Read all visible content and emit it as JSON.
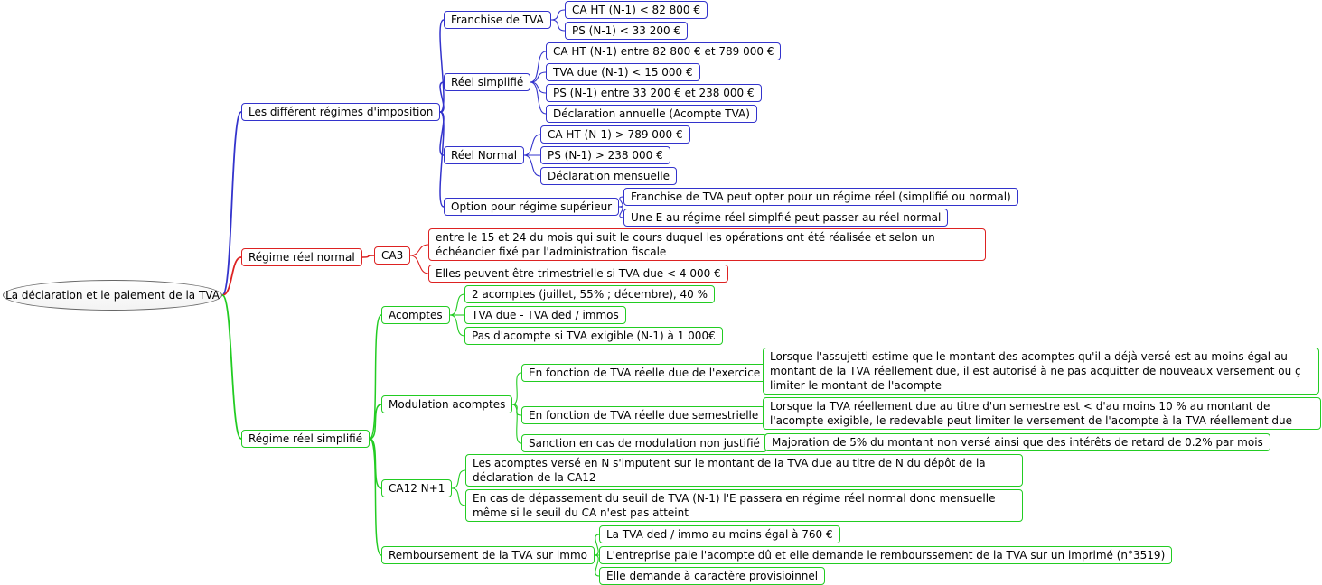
{
  "root": "La déclaration et le paiement de la TVA",
  "branches": {
    "regimes": {
      "label": "Les différent régimes d'imposition",
      "franchise": {
        "label": "Franchise de TVA",
        "ca": "CA HT (N-1) < 82 800 €",
        "ps": "PS (N-1) < 33 200 €"
      },
      "simplifie": {
        "label": "Réel simplifié",
        "ca": "CA HT (N-1) entre 82 800 € et 789 000 €",
        "tva": "TVA due (N-1) < 15 000 €",
        "ps": "PS (N-1) entre 33 200 € et 238 000 €",
        "decl": "Déclaration annuelle (Acompte TVA)"
      },
      "normal": {
        "label": "Réel Normal",
        "ca": "CA HT (N-1) > 789 000 €",
        "ps": "PS (N-1) > 238 000 €",
        "decl": "Déclaration mensuelle"
      },
      "option": {
        "label": "Option pour régime supérieur",
        "franchise": "Franchise de TVA peut opter pour un régime réel (simplifié ou normal)",
        "simplifie": "Une E au régime réel simplfié peut passer au réel normal"
      }
    },
    "reel_normal": {
      "label": "Régime réel normal",
      "ca3": {
        "label": "CA3",
        "date": "entre le 15 et 24 du mois qui suit le cours duquel les opérations ont été réalisée et selon un échéancier fixé par l'administration fiscale",
        "trim": "Elles peuvent être trimestrielle si TVA due < 4 000 €"
      }
    },
    "reel_simplifie": {
      "label": "Régime réel simplifié",
      "acomptes": {
        "label": "Acomptes",
        "a1": "2 acomptes (juillet, 55% ; décembre), 40 %",
        "a2": "TVA due - TVA ded / immos",
        "a3": "Pas d'acompte si TVA exigible (N-1) à 1 000€"
      },
      "modulation": {
        "label": "Modulation acomptes",
        "m1": {
          "label": "En fonction de TVA réelle due de l'exercice",
          "detail": "Lorsque l'assujetti estime que le montant des acomptes qu'il a déjà versé est au moins égal au montant de la TVA réellement due, il est autorisé à ne pas acquitter de nouveaux versement ou ç limiter le montant de l'acompte"
        },
        "m2": {
          "label": "En fonction de TVA réelle due semestrielle",
          "detail": "Lorsque la TVA réellement due au titre d'un semestre est < d'au moins 10 % au montant de l'acompte exigible, le redevable peut limiter le versement de l'acompte à la TVA réellement due"
        },
        "m3": {
          "label": "Sanction en cas de modulation non justifié",
          "detail": "Majoration de 5% du montant non versé ainsi que des intérêts de retard de 0.2% par mois"
        }
      },
      "ca12": {
        "label": "CA12 N+1",
        "c1": "Les acomptes versé en N s'imputent sur le montant de la TVA due au titre de N du dépôt de la déclaration de la CA12",
        "c2": "En cas de dépassement du seuil de TVA (N-1) l'E passera en régime réel normal donc mensuelle même si le seuil du CA n'est pas atteint"
      },
      "rembours": {
        "label": "Remboursement de la TVA sur immo",
        "r1": "La TVA ded / immo au moins égal à 760 €",
        "r2": "L'entreprise paie l'acompte dû et elle demande le rembourssement de la TVA sur un imprimé (n°3519)",
        "r3": "Elle demande à caractère provisioinnel"
      }
    }
  },
  "colors": {
    "blue": "#3333cc",
    "red": "#dd2222",
    "green": "#22cc22",
    "root": "#666666"
  }
}
